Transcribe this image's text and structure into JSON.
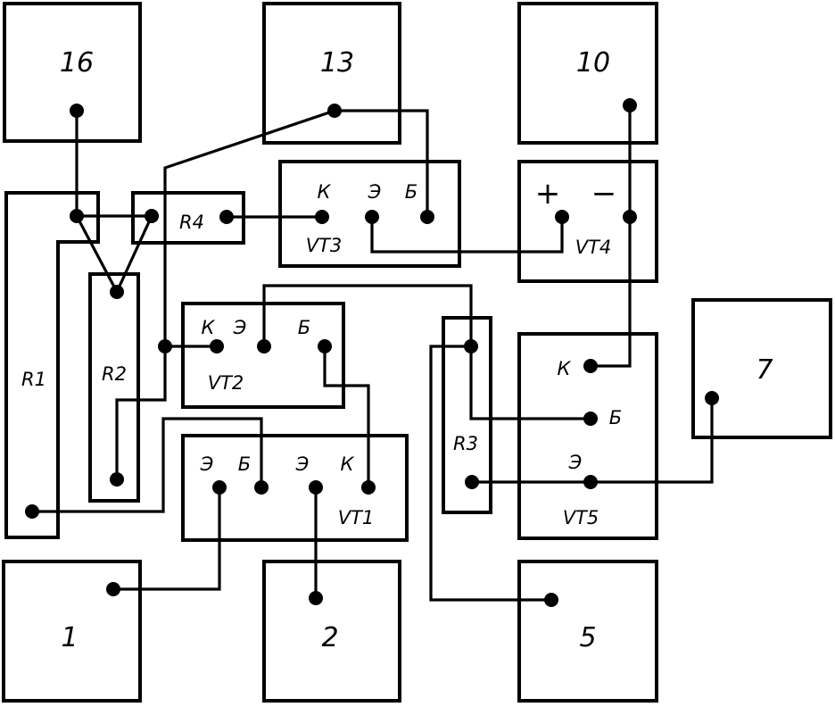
{
  "diagram": {
    "type": "circuit-board-assembly-layout",
    "line_color": "#000000",
    "background": "#ffffff",
    "pads": [
      {
        "id": "pad-16",
        "label": "16"
      },
      {
        "id": "pad-13",
        "label": "13"
      },
      {
        "id": "pad-10",
        "label": "10"
      },
      {
        "id": "pad-7",
        "label": "7"
      },
      {
        "id": "pad-1",
        "label": "1"
      },
      {
        "id": "pad-2",
        "label": "2"
      },
      {
        "id": "pad-5",
        "label": "5"
      }
    ],
    "components": {
      "R1": {
        "label": "R1"
      },
      "R2": {
        "label": "R2"
      },
      "R3": {
        "label": "R3"
      },
      "R4": {
        "label": "R4"
      },
      "VT1": {
        "label": "VT1",
        "pins": [
          "Э",
          "Б",
          "Э",
          "К"
        ]
      },
      "VT2": {
        "label": "VT2",
        "pins": [
          "К",
          "Э",
          "Б"
        ]
      },
      "VT3": {
        "label": "VT3",
        "pins": [
          "К",
          "Э",
          "Б"
        ]
      },
      "VT4": {
        "label": "VT4",
        "pins": [
          "+",
          "−"
        ]
      },
      "VT5": {
        "label": "VT5",
        "pins": [
          "К",
          "Б",
          "Э"
        ]
      }
    },
    "connections": [
      "16 — R1/R2 junction",
      "R1/R2 junction — R4 left",
      "R4 left — R2 (via V)",
      "R4 right — VT3.К",
      "13 — VT3.Б",
      "13 — VT2.К bus — R2 bottom",
      "VT3.Э — VT4.+",
      "10 — VT4.− — VT5.К",
      "VT2.Э — R3 top",
      "VT2.Б — VT1.К",
      "R1 bottom — VT1.Б",
      "VT1.Э(left) — 1",
      "VT1.Э(right) — 2",
      "R3 — VT5.Б",
      "R3 — 5",
      "R3 bottom — VT5.Э — 7"
    ]
  }
}
